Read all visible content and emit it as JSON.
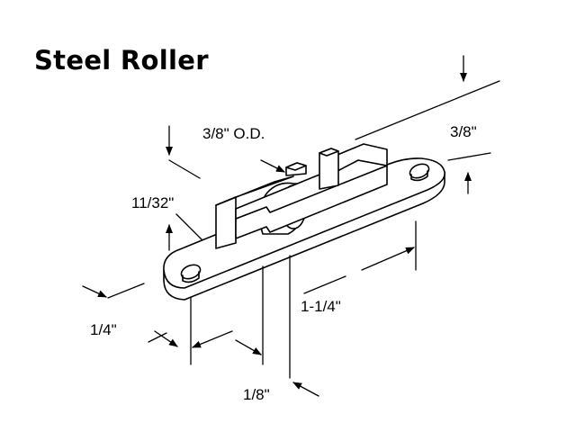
{
  "title": "Steel Roller",
  "dimensions": {
    "roller_od": "3/8\" O.D.",
    "height": "11/32\"",
    "width_right": "3/8\"",
    "length": "1-1/4\"",
    "width_left": "1/4\"",
    "offset": "1/8\""
  },
  "colors": {
    "ink": "#000000",
    "background": "#ffffff"
  }
}
